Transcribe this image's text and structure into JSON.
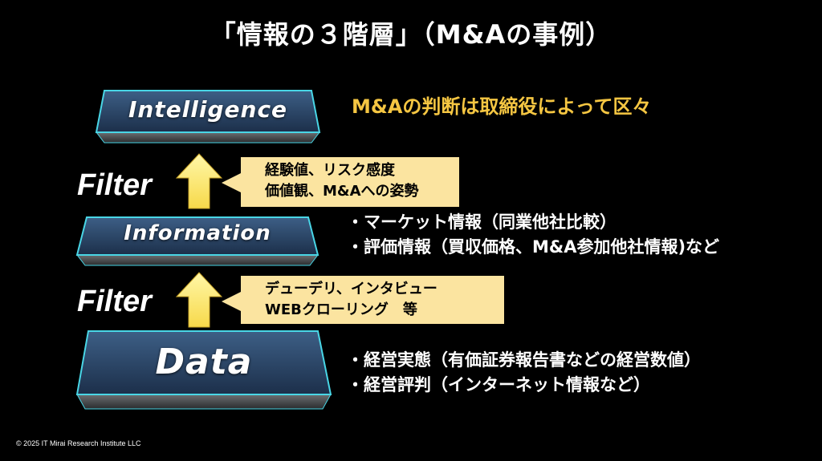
{
  "title": "「情報の３階層」（M&Aの事例）",
  "layers": {
    "intelligence": "Intelligence",
    "information": "Information",
    "data": "Data"
  },
  "filters": {
    "upper": "Filter",
    "lower": "Filter"
  },
  "callouts": {
    "upper": [
      "経験値、リスク感度",
      "価値観、M&Aへの姿勢"
    ],
    "lower": [
      "デューデリ、インタビュー",
      "WEBクローリング　等"
    ]
  },
  "intelligence_note": "M&Aの判断は取締役によって区々",
  "information_bullets": [
    "・マーケット情報（同業他社比較）",
    "・評価情報（買収価格、M&A参加他社情報)など"
  ],
  "data_bullets": [
    "・経営実態（有価証券報告書などの経営数値）",
    "・経営評判（インターネット情報など）"
  ],
  "copyright": "© 2025 IT Mirai Research Institute  LLC",
  "colors": {
    "accent_text": "#f5c642",
    "callout_bg": "#fbe4a0",
    "arrow_yellow": "#fff27a",
    "layer_edge": "#49d6e6"
  }
}
